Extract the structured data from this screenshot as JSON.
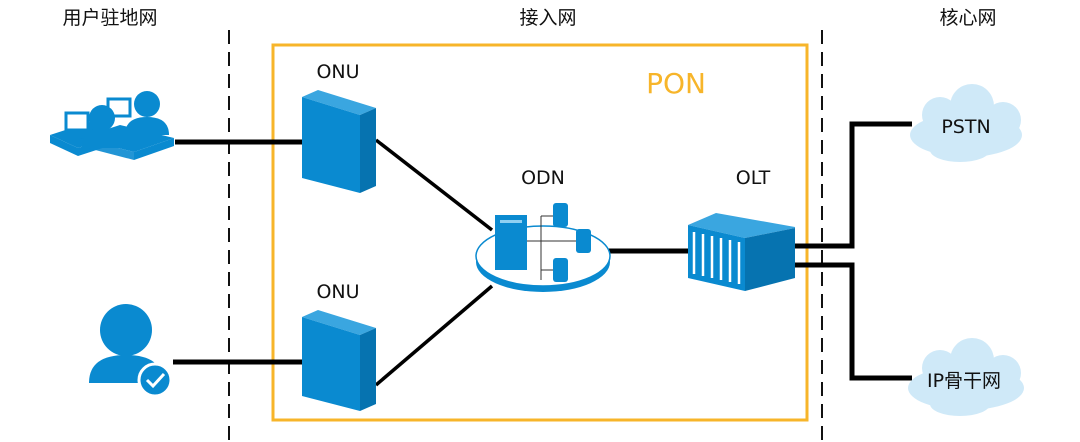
{
  "zones": {
    "customer_premises": "用户驻地网",
    "access_network": "接入网",
    "core_network": "核心网"
  },
  "pon_label": "PON",
  "nodes": {
    "onu_top": "ONU",
    "onu_bottom": "ONU",
    "odn": "ODN",
    "olt": "OLT",
    "pstn": "PSTN",
    "ip_backbone": "IP骨干网"
  },
  "colors": {
    "device_blue": "#0a8ad0",
    "pon_orange": "#f7b52a",
    "cloud": "#cfe9f8"
  }
}
